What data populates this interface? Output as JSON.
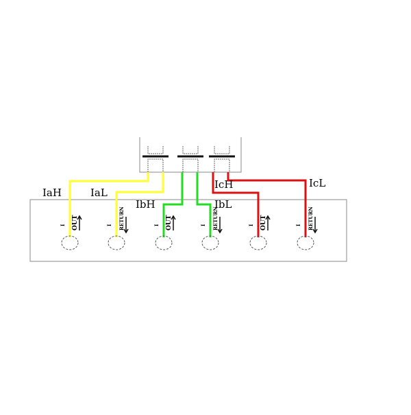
{
  "labels": {
    "iah": "IaH",
    "ial": "IaL",
    "ibh": "IbH",
    "ibl": "IbL",
    "ich": "IcH",
    "icl": "IcL"
  },
  "terminal_marks": {
    "small": "I",
    "out": "OUT",
    "return": "RETURN"
  },
  "colors": {
    "phase_a": "#ffff33",
    "phase_b": "#22dd22",
    "phase_c": "#dd1111",
    "outline": "#888888"
  }
}
